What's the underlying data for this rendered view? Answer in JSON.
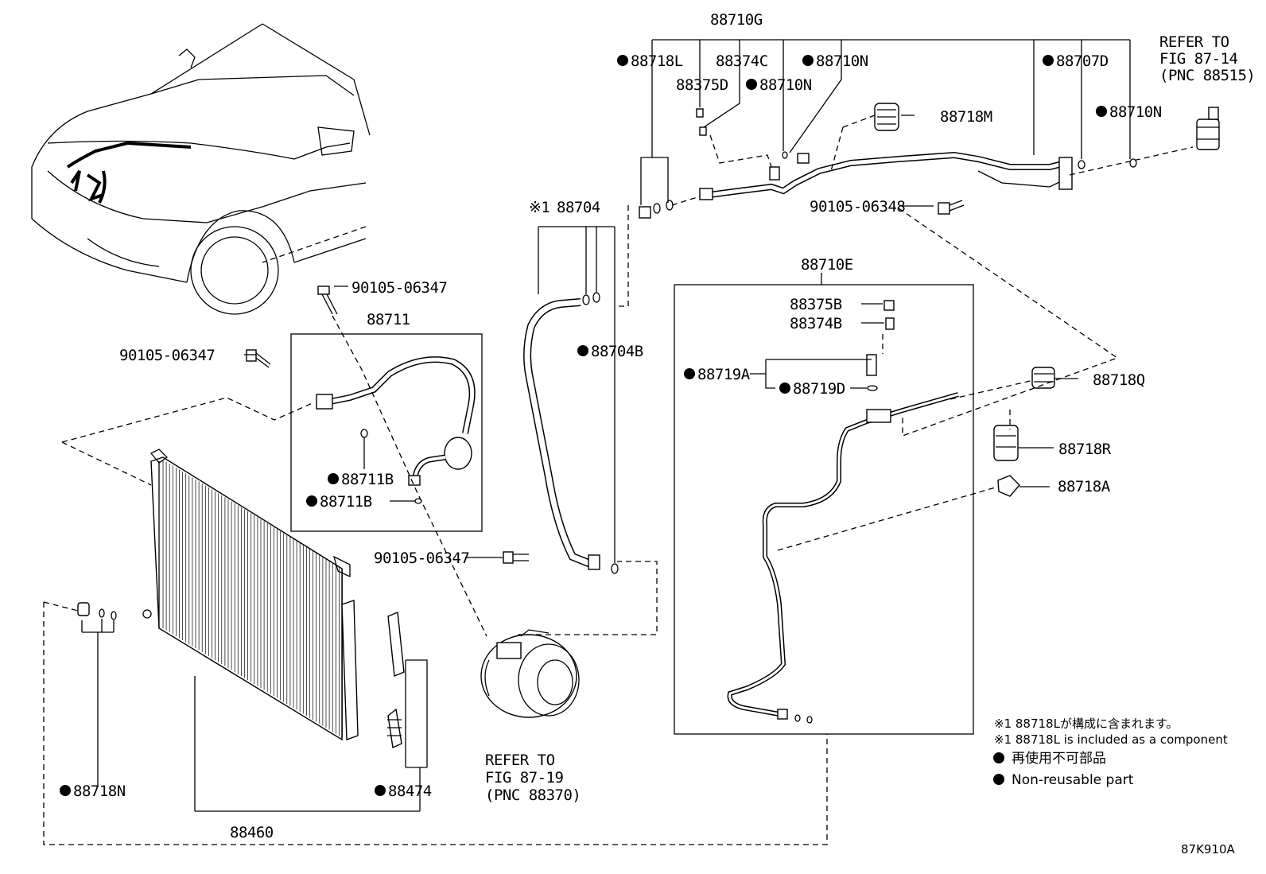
{
  "labels": {
    "p88710G": "88710G",
    "p88718L": "88718L",
    "p88374C": "88374C",
    "p88710N_a": "88710N",
    "p88707D": "88707D",
    "refer_top_1": "REFER TO",
    "refer_top_2": "FIG 87-14",
    "refer_top_3": "(PNC 88515)",
    "p88375D": "88375D",
    "p88710N_b": "88710N",
    "p88718M": "88718M",
    "p88710N_c": "88710N",
    "p88704": "88704",
    "p88704_mark": "※1",
    "p90105_06348": "90105-06348",
    "p88710E": "88710E",
    "p90105_06347_a": "90105-06347",
    "p88711": "88711",
    "p90105_06347_b": "90105-06347",
    "p88704B": "88704B",
    "p88375B": "88375B",
    "p88374B": "88374B",
    "p88719A": "88719A",
    "p88719D": "88719D",
    "p88718Q": "88718Q",
    "p88718R": "88718R",
    "p88718A": "88718A",
    "p88711B_a": "88711B",
    "p88711B_b": "88711B",
    "p90105_06347_c": "90105-06347",
    "refer_bot_1": "REFER TO",
    "refer_bot_2": "FIG 87-19",
    "refer_bot_3": "(PNC 88370)",
    "p88718N": "88718N",
    "p88474": "88474",
    "p88460": "88460"
  },
  "notes": {
    "jp_mark": "※1 88718Lが構成に含まれます。",
    "en_mark": "※1 88718L  is included as a component",
    "jp_nonreuse": "再使用不可部品",
    "en_nonreuse": "Non-reusable part"
  },
  "figure_id": "87K910A"
}
